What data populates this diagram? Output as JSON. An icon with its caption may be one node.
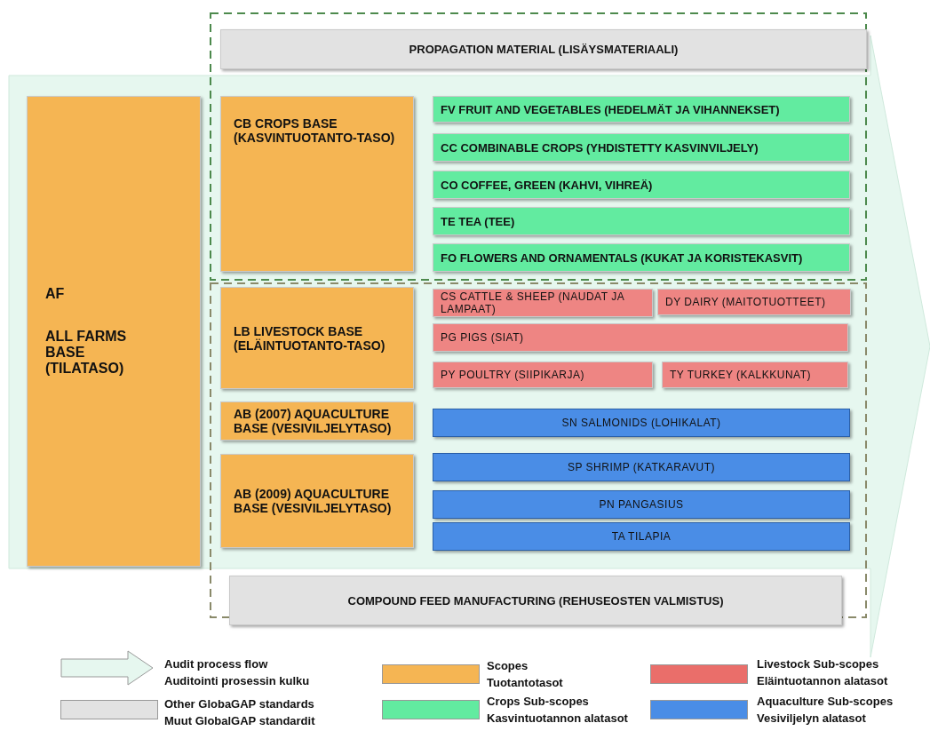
{
  "diagram": {
    "nodes": [
      {
        "text": [
          "PROPAGATION MATERIAL (LISÄYSMATERIAALI)"
        ]
      },
      {
        "text": [
          "AF",
          "ALL FARMS BASE (TILATASO)"
        ]
      },
      {
        "text": [
          "CB CROPS BASE (KASVINTUOTANTO-TASO)"
        ]
      },
      {
        "text": [
          "FV FRUIT AND VEGETABLES (HEDELMÄT JA VIHANNEKSET)"
        ]
      },
      {
        "text": [
          "CC COMBINABLE CROPS (YHDISTETTY KASVINVILJELY)"
        ]
      },
      {
        "text": [
          "CO COFFEE, GREEN (KAHVI, VIHREÄ)"
        ]
      },
      {
        "text": [
          "TE TEA (TEE)"
        ]
      },
      {
        "text": [
          "FO FLOWERS AND ORNAMENTALS (KUKAT JA KORISTEKASVIT)"
        ]
      },
      {
        "text": [
          "LB LIVESTOCK BASE (ELÄINTUOTANTO-TASO)"
        ]
      },
      {
        "text": [
          "CS CATTLE & SHEEP (NAUDAT JA LAMPAAT)"
        ]
      },
      {
        "text": [
          "DY DAIRY (MAITOTUOTTEET)"
        ]
      },
      {
        "text": [
          "PG PIGS (SIAT)"
        ]
      },
      {
        "text": [
          "PY POULTRY (SIIPIKARJA)"
        ]
      },
      {
        "text": [
          "TY TURKEY (KALKKUNAT)"
        ]
      },
      {
        "text": [
          "AB (2007) AQUACULTURE BASE (VESIVILJELYTASO)"
        ]
      },
      {
        "text": [
          "SN SALMONIDS (LOHIKALAT)"
        ]
      },
      {
        "text": [
          "AB (2009) AQUACULTURE BASE (VESIVILJELYTASO)"
        ]
      },
      {
        "text": [
          "SP SHRIMP (KATKARAVUT)"
        ]
      },
      {
        "text": [
          "PN PANGASIUS"
        ]
      },
      {
        "text": [
          "TA TILAPIA"
        ]
      },
      {
        "text": [
          "COMPOUND FEED MANUFACTURING (REHUSEOSTEN VALMISTUS)"
        ]
      }
    ],
    "legend": [
      {
        "text": "Audit process flow Auditointi prosessin kulku"
      },
      {
        "text": "Other GlobaGAP standards Muut GlobalGAP standardit",
        "color": "#e2e2e2"
      },
      {
        "text": "Scopes Tuotantotasot",
        "color": "#f5b553"
      },
      {
        "text": "Crops Sub-scopes Kasvintuotannon alatasot",
        "color": "#62eba0"
      },
      {
        "text": "Livestock Sub-scopes Eläintuotannon alatasot",
        "color": "#ea6e6a"
      },
      {
        "text": "Aquaculture Sub-scopes Vesiviljelyn alatasot",
        "color": "#4a8de6"
      }
    ]
  }
}
